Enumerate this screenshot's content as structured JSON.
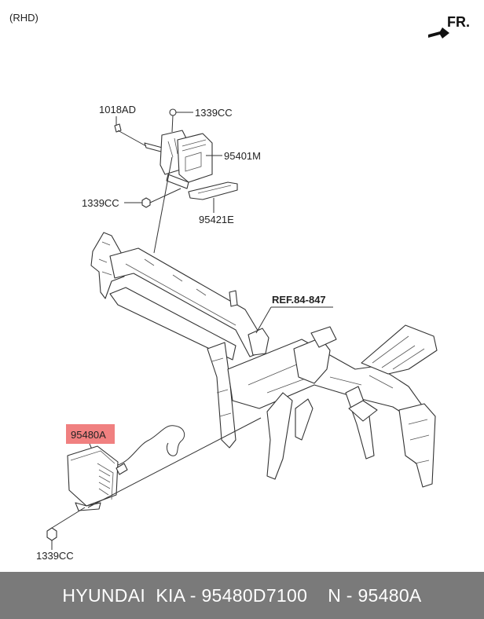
{
  "variant_label": "(RHD)",
  "direction_label": "FR.",
  "ref_label": "REF.84-847",
  "part_labels": {
    "bolt_top": "1018AD",
    "nut_top": "1339CC",
    "module_top": "95401M",
    "nut_mid": "1339CC",
    "bracket": "95421E",
    "module_highlighted": "95480A",
    "nut_bottom": "1339CC"
  },
  "highlight_color": "#f08080",
  "footer": {
    "left": "HYUNDAI  KIA - 95480D7100",
    "right": "N - 95480A"
  }
}
